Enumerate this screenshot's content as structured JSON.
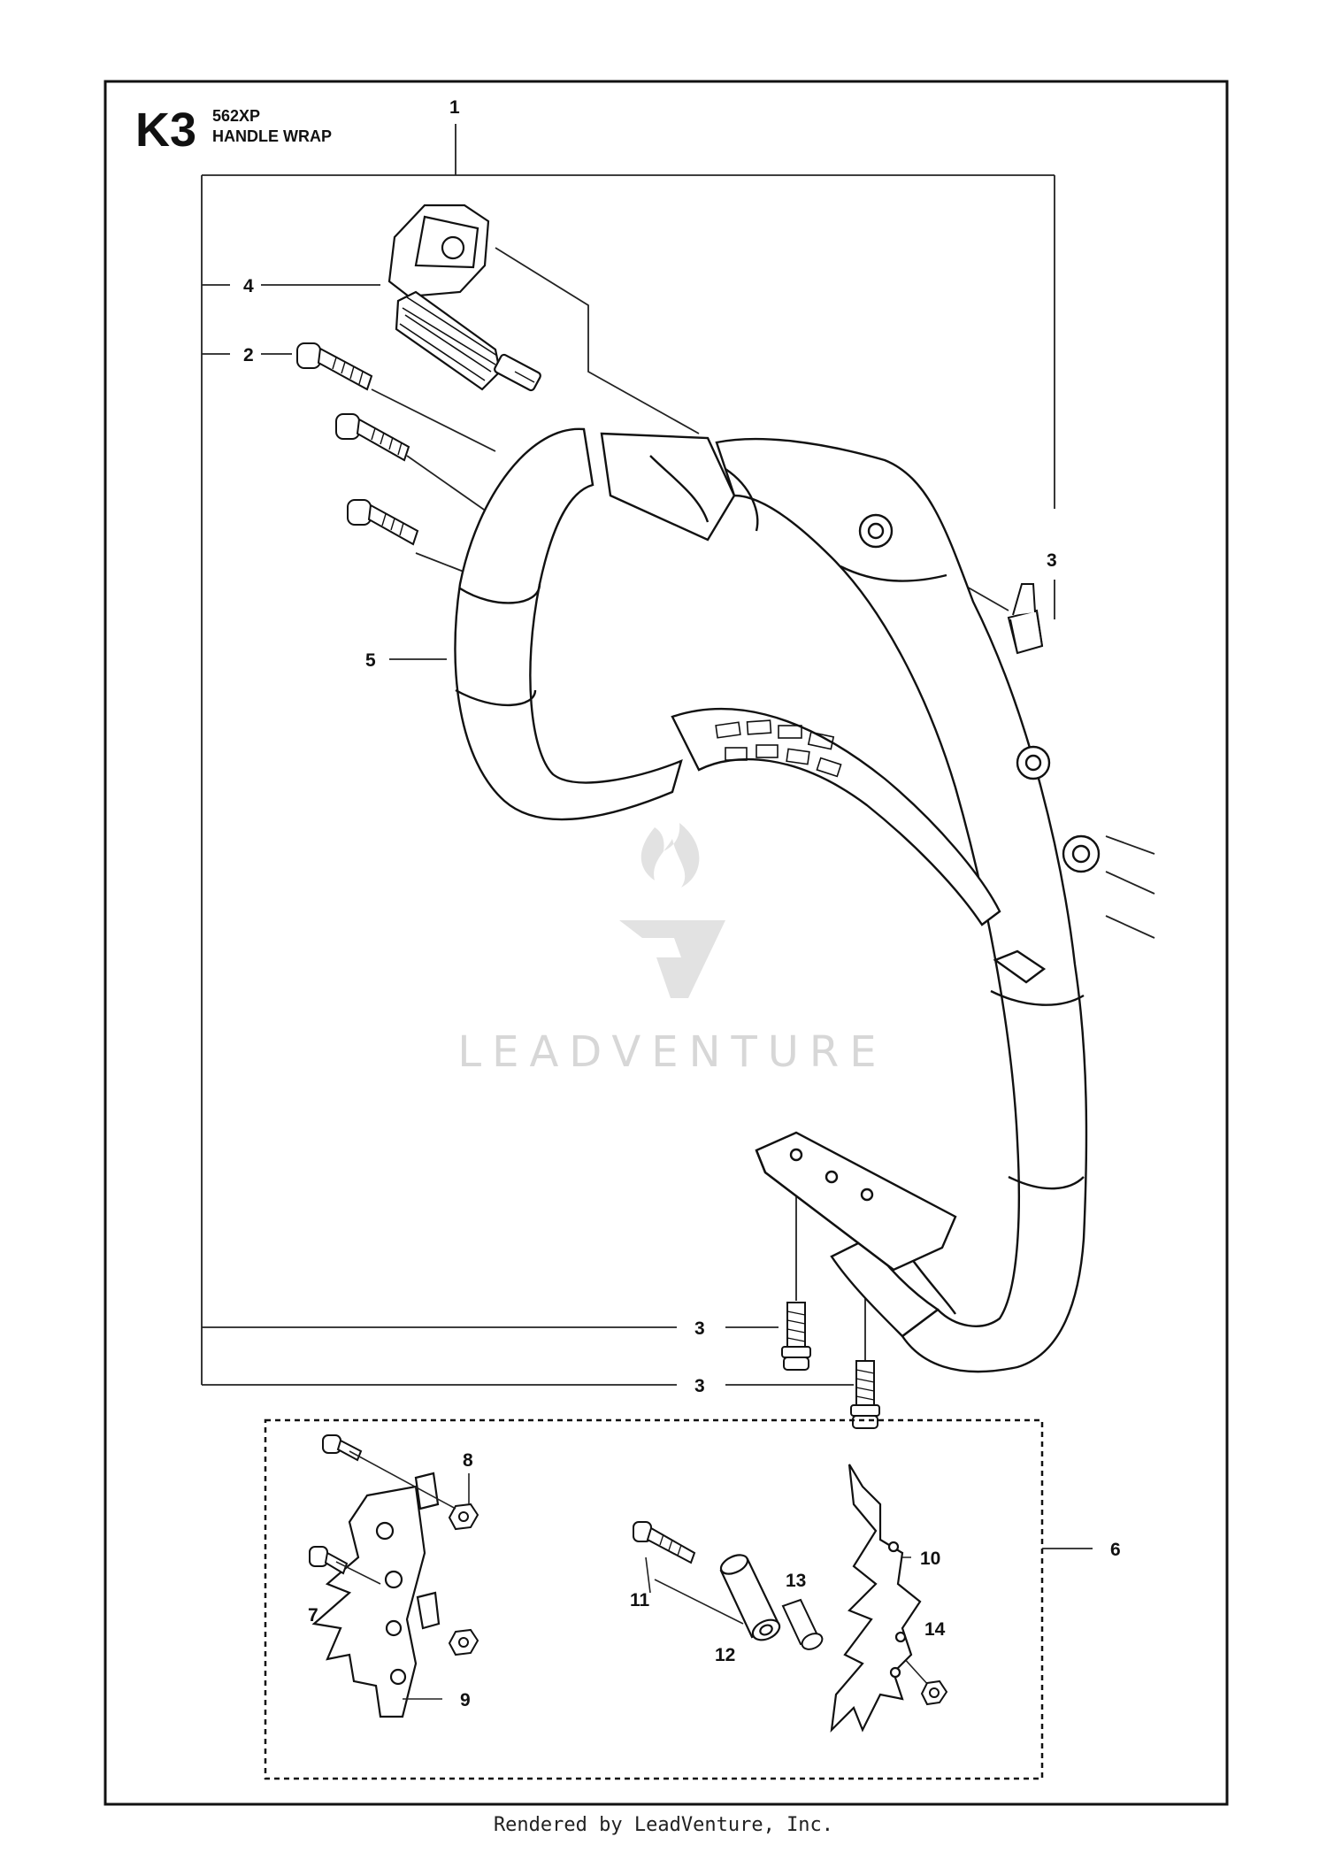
{
  "header": {
    "code": "K3",
    "model": "562XP",
    "title": "HANDLE WRAP"
  },
  "callouts": {
    "c1": "1",
    "c4": "4",
    "c2": "2",
    "c3a": "3",
    "c5": "5",
    "c3b": "3",
    "c3c": "3",
    "c8": "8",
    "c6": "6",
    "c7": "7",
    "c9": "9",
    "c10": "10",
    "c11": "11",
    "c12": "12",
    "c13": "13",
    "c14": "14"
  },
  "watermark": {
    "text": "LEADVENTURE"
  },
  "footer": {
    "text": "Rendered by LeadVenture, Inc."
  },
  "icons": [
    "leadventure-logo-icon"
  ]
}
